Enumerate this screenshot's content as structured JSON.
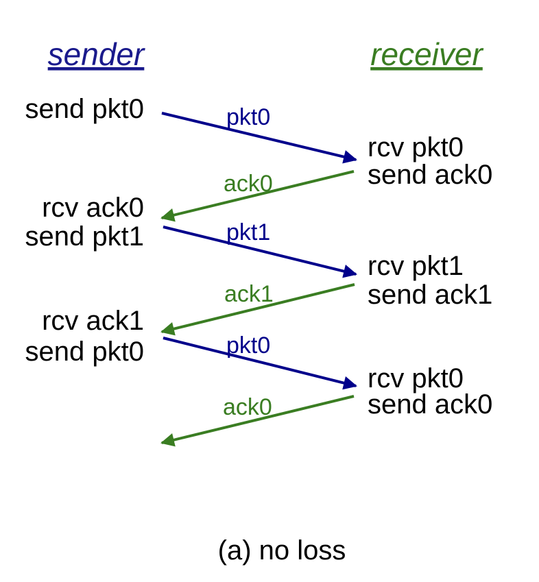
{
  "colors": {
    "sender_color": "#1a1a8c",
    "receiver_color": "#3a7d22",
    "pkt_arrow": "#00008b",
    "ack_arrow": "#3a7d22",
    "text": "#000000"
  },
  "header": {
    "sender": "sender",
    "receiver": "receiver"
  },
  "sender_events": [
    [
      "send pkt0"
    ],
    [
      "rcv ack0",
      "send pkt1"
    ],
    [
      "rcv ack1",
      "send pkt0"
    ]
  ],
  "receiver_events": [
    [
      "rcv pkt0",
      "send ack0"
    ],
    [
      "rcv pkt1",
      "send ack1"
    ],
    [
      "rcv pkt0",
      "send ack0"
    ]
  ],
  "messages": [
    {
      "label": "pkt0",
      "direction": "sender-to-receiver",
      "kind": "pkt"
    },
    {
      "label": "ack0",
      "direction": "receiver-to-sender",
      "kind": "ack"
    },
    {
      "label": "pkt1",
      "direction": "sender-to-receiver",
      "kind": "pkt"
    },
    {
      "label": "ack1",
      "direction": "receiver-to-sender",
      "kind": "ack"
    },
    {
      "label": "pkt0",
      "direction": "sender-to-receiver",
      "kind": "pkt"
    },
    {
      "label": "ack0",
      "direction": "receiver-to-sender",
      "kind": "ack"
    }
  ],
  "caption": "(a) no loss"
}
